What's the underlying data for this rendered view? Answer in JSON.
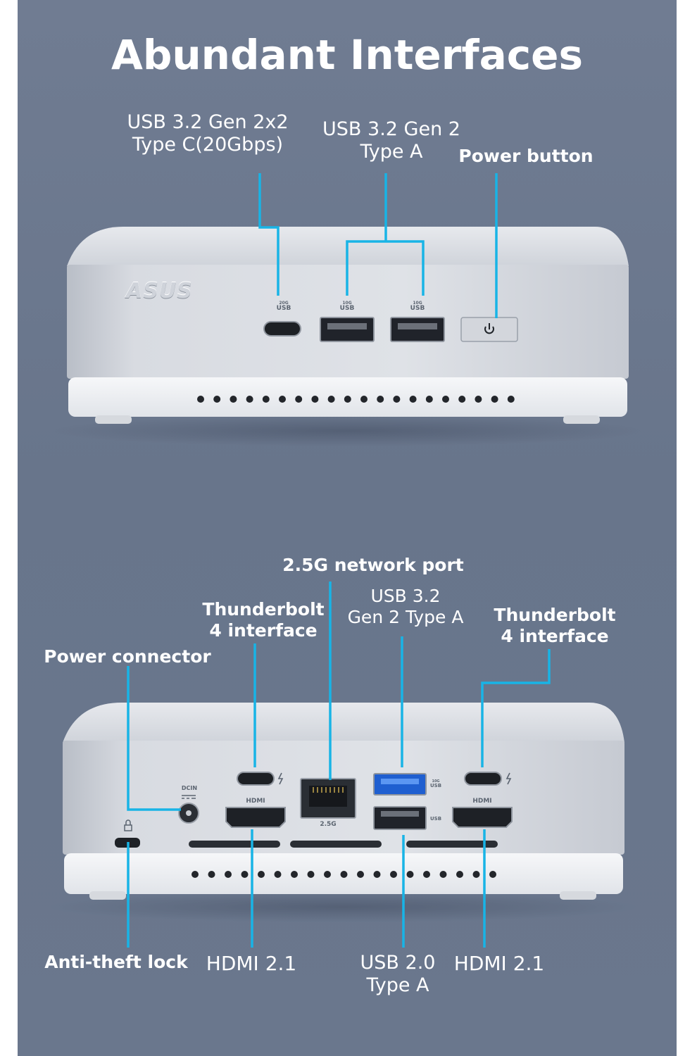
{
  "headline": "Abundant Interfaces",
  "front": {
    "brand_logo": "ASUS",
    "usb_c_title": [
      "USB 3.2 Gen 2x2",
      "Type C(20Gbps)"
    ],
    "usb_a_title": [
      "USB 3.2 Gen 2",
      "Type A"
    ],
    "power_button_title": "Power button",
    "marks": {
      "usb_c_small": "20G",
      "usb_c": "USB",
      "usb_a_small": "10G",
      "usb_a": "USB"
    }
  },
  "rear": {
    "network_title": "2.5G network port",
    "usb32_title": [
      "USB 3.2",
      "Gen 2 Type A"
    ],
    "tb_left_title": [
      "Thunderbolt",
      "4 interface"
    ],
    "tb_right_title": [
      "Thunderbolt",
      "4 interface"
    ],
    "power_connector_title": "Power connector",
    "lock_title": "Anti-theft lock",
    "hdmi_left_title": "HDMI 2.1",
    "usb20_title": [
      "USB 2.0",
      "Type A"
    ],
    "hdmi_right_title": "HDMI 2.1",
    "marks": {
      "dcin": "DCIN",
      "hdmi": "HDMI",
      "lan": "2.5G",
      "usb_small": "10G",
      "usb": "USB"
    }
  },
  "colors": {
    "background": "#6d798f",
    "callout_line": "#18b4e6",
    "chassis": "#d9dde3",
    "text": "#ffffff"
  },
  "icons": [
    "power-icon",
    "thunderbolt-icon",
    "lock-icon",
    "dc-in-icon",
    "usb-icon"
  ]
}
